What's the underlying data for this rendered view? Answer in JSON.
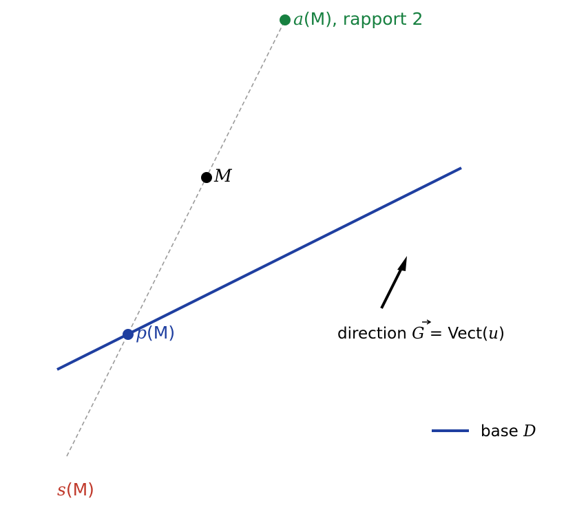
{
  "labels": {
    "a_point_name": "a",
    "a_point_arg": "(M)",
    "a_point_suffix": ", rapport 2",
    "m_point": "M",
    "p_point_name": "p",
    "p_point_arg": "(M)",
    "s_point_name": "s",
    "s_point_arg": "(M)",
    "direction_prefix": "direction ",
    "direction_symbol": "G",
    "direction_equals": " = Vect(",
    "direction_var": "u",
    "direction_close": ")",
    "legend_prefix": "base ",
    "legend_var": "D"
  },
  "colors": {
    "base_line": "#1f3fa0",
    "projection": "#1f3fa0",
    "affinity": "#178040",
    "symmetry": "#c0392b",
    "point": "#000000",
    "dashed": "#9a9a9a"
  }
}
